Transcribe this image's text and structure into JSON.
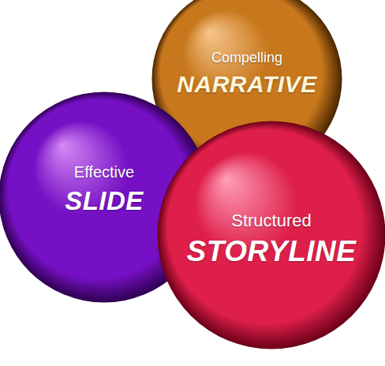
{
  "diagram": {
    "nodes": [
      {
        "text": [
          "Compelling",
          "NARRATIVE"
        ]
      },
      {
        "text": [
          "Effective",
          "SLIDE"
        ]
      },
      {
        "text": [
          "Structured",
          "STORYLINE"
        ]
      }
    ]
  }
}
